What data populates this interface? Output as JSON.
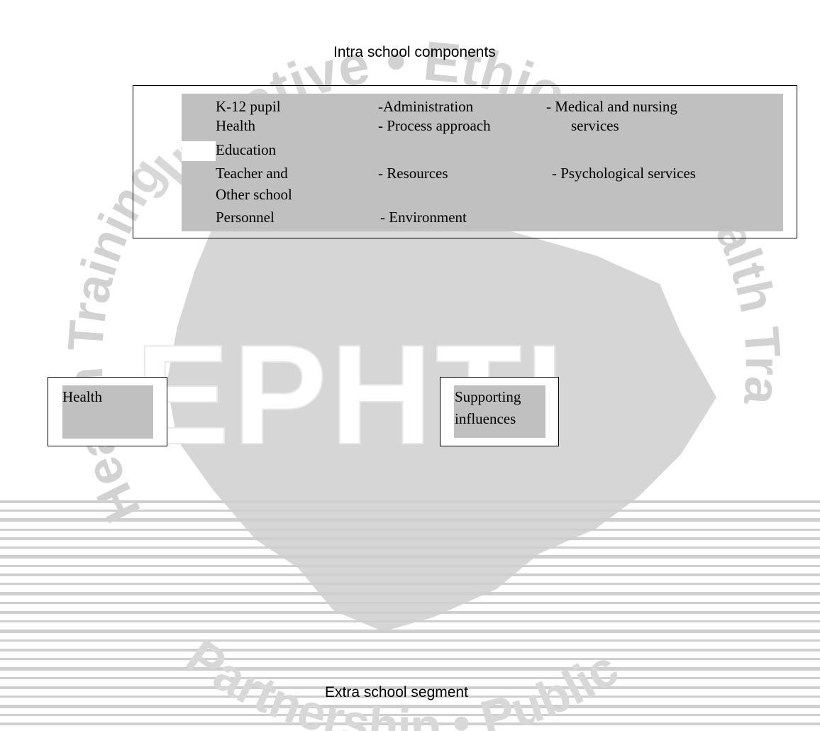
{
  "watermark": {
    "arc_text_top": "Initiative • Ethiopia",
    "arc_text_left": "Health Training",
    "arc_text_right": "Health Tra",
    "center_text": "EPHTI",
    "bottom_text": "Partnership • Public"
  },
  "diagram": {
    "intra_heading": "Intra school components",
    "extra_heading": "Extra school segment",
    "columns": [
      {
        "id": "col-pupil-teacher",
        "lines": [
          "K-12 pupil",
          " Health",
          "Education",
          "Teacher and",
          "Other school",
          "Personnel"
        ]
      },
      {
        "id": "col-administration",
        "lines": [
          "-Administration",
          " - Process approach",
          "- Resources",
          " - Environment"
        ]
      },
      {
        "id": "col-services",
        "lines": [
          "- Medical and nursing",
          "services",
          " - Psychological services"
        ]
      }
    ],
    "health_box": {
      "label": "Health"
    },
    "supporting_box": {
      "label_line1": "Supporting",
      "label_line2": "influences"
    }
  },
  "colors": {
    "shade": "#c0c0c0",
    "watermark_gray": "#d3d3d3",
    "watermark_stripe": "#c8c8c8",
    "border": "#000000"
  }
}
